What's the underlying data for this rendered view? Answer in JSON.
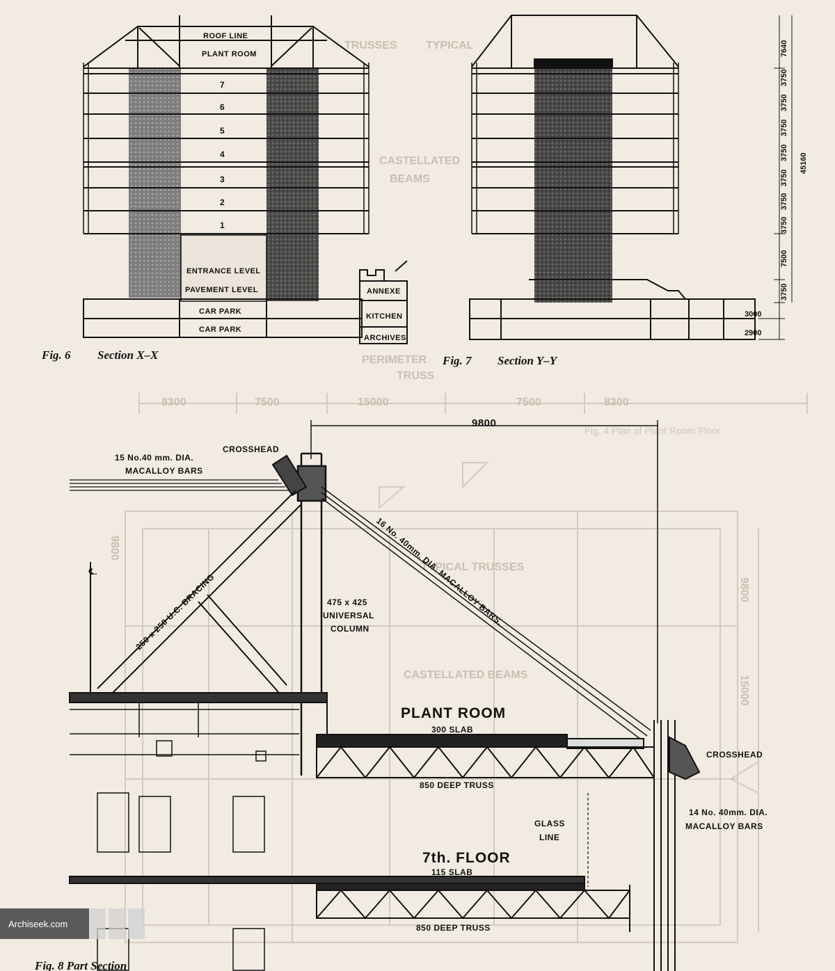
{
  "fig6": {
    "caption_num": "Fig. 6",
    "caption_title": "Section X–X",
    "levels": [
      "ROOF LINE",
      "PLANT ROOM",
      "7",
      "6",
      "5",
      "4",
      "3",
      "2",
      "1",
      "ENTRANCE LEVEL",
      "PAVEMENT LEVEL",
      "CAR PARK",
      "CAR PARK"
    ],
    "annexe": [
      "ANNEXE",
      "KITCHEN",
      "ARCHIVES"
    ]
  },
  "fig7": {
    "caption_num": "Fig. 7",
    "caption_title": "Section Y–Y",
    "storey_dims": [
      "7640",
      "3750",
      "3750",
      "3750",
      "3750",
      "3750",
      "3750",
      "3750",
      "7500",
      "3750"
    ],
    "overall_dim": "45160",
    "base_dims": [
      "3000",
      "2900"
    ]
  },
  "fig8": {
    "caption": "Fig. 8    Part Section",
    "span_dim": "9800",
    "crosshead_top": "CROSSHEAD",
    "bars_top": [
      "15 No.40 mm. DIA.",
      "MACALLOY BARS"
    ],
    "bracing": "250 x 250 U.C. BRACING",
    "column": [
      "475 x 425",
      "UNIVERSAL",
      "COLUMN"
    ],
    "diag_bars": "16 No. 40mm. DIA. MACALLOY BARS.",
    "centreline": "℄.",
    "plant_room": "PLANT ROOM",
    "slab_300": "300 SLAB",
    "truss_1": "850 DEEP TRUSS",
    "crosshead_right": "CROSSHEAD",
    "bars_right": [
      "14 No. 40mm. DIA.",
      "MACALLOY BARS"
    ],
    "glass_line": [
      "GLASS",
      "LINE"
    ],
    "seventh": "7th. FLOOR",
    "slab_115": "115 SLAB",
    "truss_2": "850 DEEP TRUSS"
  },
  "background": {
    "ghost_labels": [
      "TYPICAL",
      "TRUSSES",
      "CASTELLATED",
      "BEAMS",
      "PERIMETER",
      "TRUSS",
      "TYPICAL TRUSSES",
      "CASTELLATED BEAMS"
    ],
    "ghost_dims": [
      "8300",
      "7500",
      "15000",
      "7500",
      "8300",
      "9800",
      "15000",
      "9800"
    ],
    "ghost_caption": "Fig. 4    Plan of Plant Room Floor"
  },
  "watermark": "Archiseek.com",
  "colors": {
    "paper": "#f2ebe2",
    "ink": "#111111",
    "ghost": "#c9bfb3"
  }
}
